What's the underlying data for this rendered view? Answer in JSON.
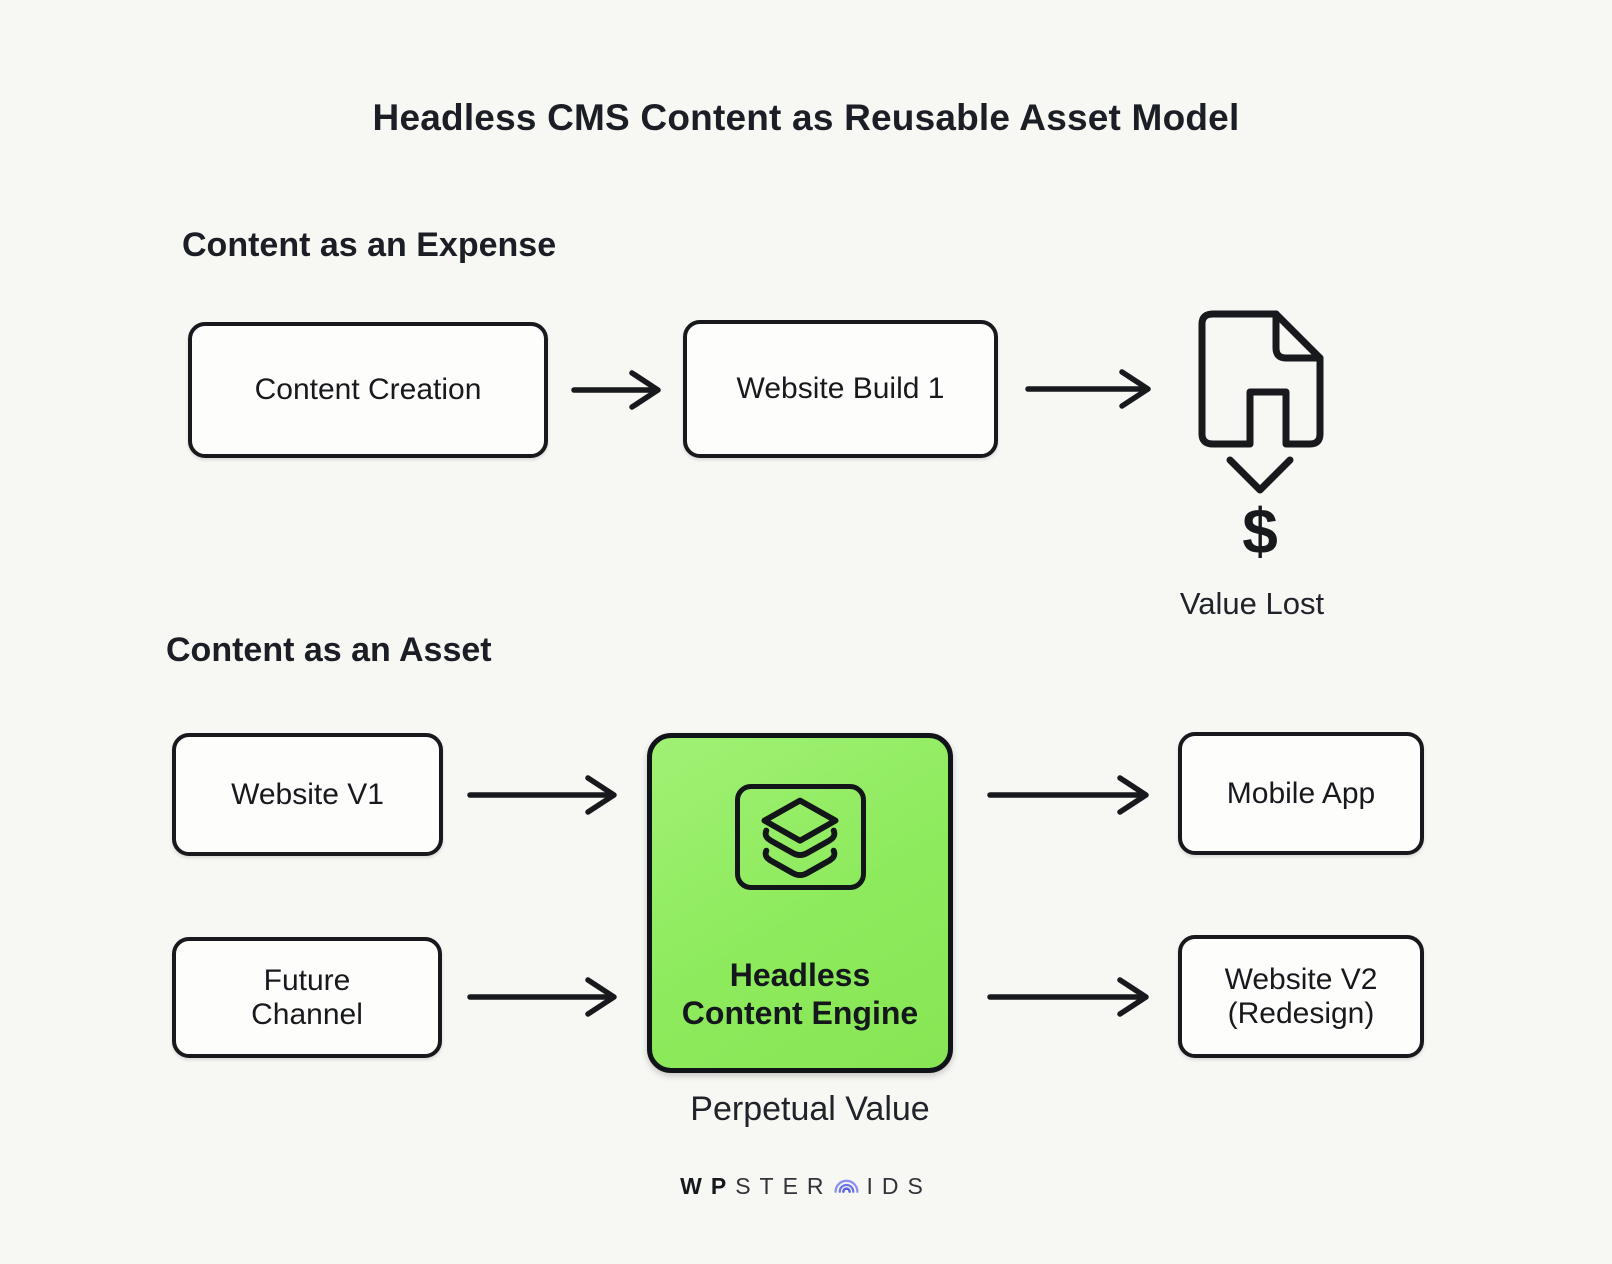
{
  "title": "Headless CMS Content as Reusable Asset Model",
  "expense_section": {
    "heading": "Content as an Expense",
    "content_creation": "Content Creation",
    "website_build": "Website Build 1",
    "dollar_symbol": "$",
    "value_lost": "Value Lost"
  },
  "asset_section": {
    "heading": "Content as an Asset",
    "website_v1": "Website V1",
    "future_channel": [
      "Future",
      "Channel"
    ],
    "engine": [
      "Headless",
      "Content Engine"
    ],
    "mobile_app": "Mobile App",
    "website_v2": [
      "Website V2",
      "(Redesign)"
    ],
    "perpetual_value": "Perpetual Value"
  },
  "footer": {
    "brand_bold": "WP",
    "brand_mid": "STER",
    "brand_end": "IDS"
  },
  "icons": {
    "document": "document-icon",
    "chevron_down": "chevron-down-icon",
    "layers": "layers-icon",
    "brand_arcs": "arcs-icon"
  },
  "colors": {
    "background": "#f7f7f4",
    "node_fill": "#fdfdfc",
    "stroke": "#17191d",
    "engine_fill_light": "#a0f174",
    "engine_fill": "#8ae757",
    "brand_accent": "#6b74e8"
  }
}
